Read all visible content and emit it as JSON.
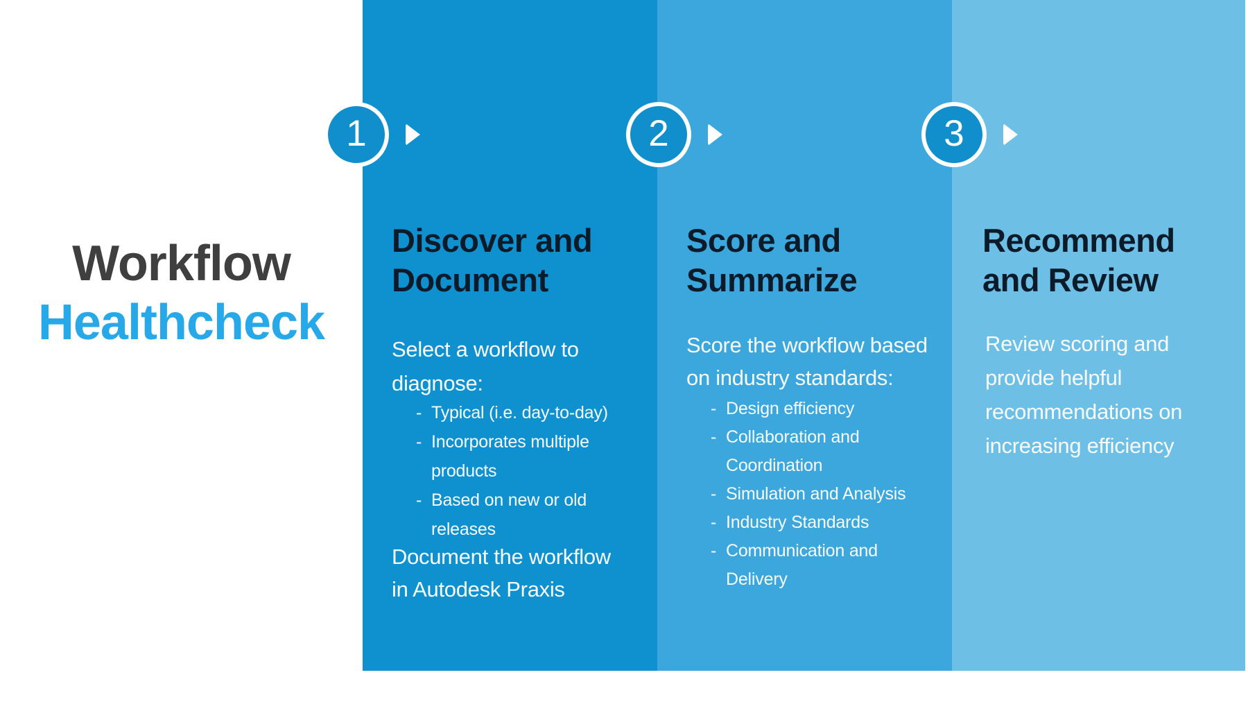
{
  "ui": {
    "dash": "-"
  },
  "colors": {
    "col1": "#0F90CF",
    "col2": "#3BA7DC",
    "col3": "#6DBFE5",
    "circle_fill": "#118FCD",
    "accent": "#27A9E9",
    "title_gray": "#3F3F3F",
    "heading_dark": "#0C1B2A",
    "body_text": "#F8FCFE"
  },
  "title": {
    "line1": "Workflow",
    "line2": "Healthcheck"
  },
  "steps": [
    {
      "number": "1",
      "heading": "Discover and\nDocument",
      "intro": "Select a workflow to\ndiagnose:",
      "list": [
        "Typical (i.e. day-to-day)",
        "Incorporates multiple\nproducts",
        "Based on new or old\nreleases"
      ],
      "outro": "Document the workflow\nin Autodesk Praxis"
    },
    {
      "number": "2",
      "heading": "Score and\nSummarize",
      "intro": "Score the workflow based\non industry standards:",
      "list": [
        "Design efficiency",
        "Collaboration and\nCoordination",
        "Simulation and Analysis",
        "Industry Standards",
        "Communication and\nDelivery"
      ]
    },
    {
      "number": "3",
      "heading": "Recommend\nand Review",
      "intro": "Review scoring and\nprovide helpful\nrecommendations on\nincreasing efficiency"
    }
  ]
}
